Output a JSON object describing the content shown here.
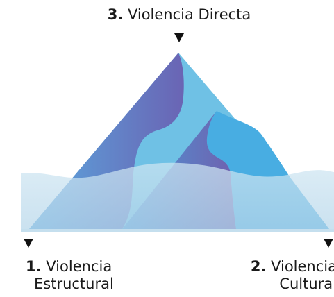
{
  "labels": {
    "top": {
      "number": "3.",
      "text": "Violencia Directa"
    },
    "left": {
      "number": "1.",
      "text_line1": "Violencia",
      "text_line2": "Estructural"
    },
    "right": {
      "number": "2.",
      "text_line1": "Violencia",
      "text_line2": "Cultural"
    }
  },
  "colors": {
    "water": "#c5dfee",
    "peak_blue": "#6fc1e5",
    "right_blue": "#48ade2",
    "violet": "#6a67b3",
    "markers": "#111111",
    "text": "#1a1a1a"
  }
}
